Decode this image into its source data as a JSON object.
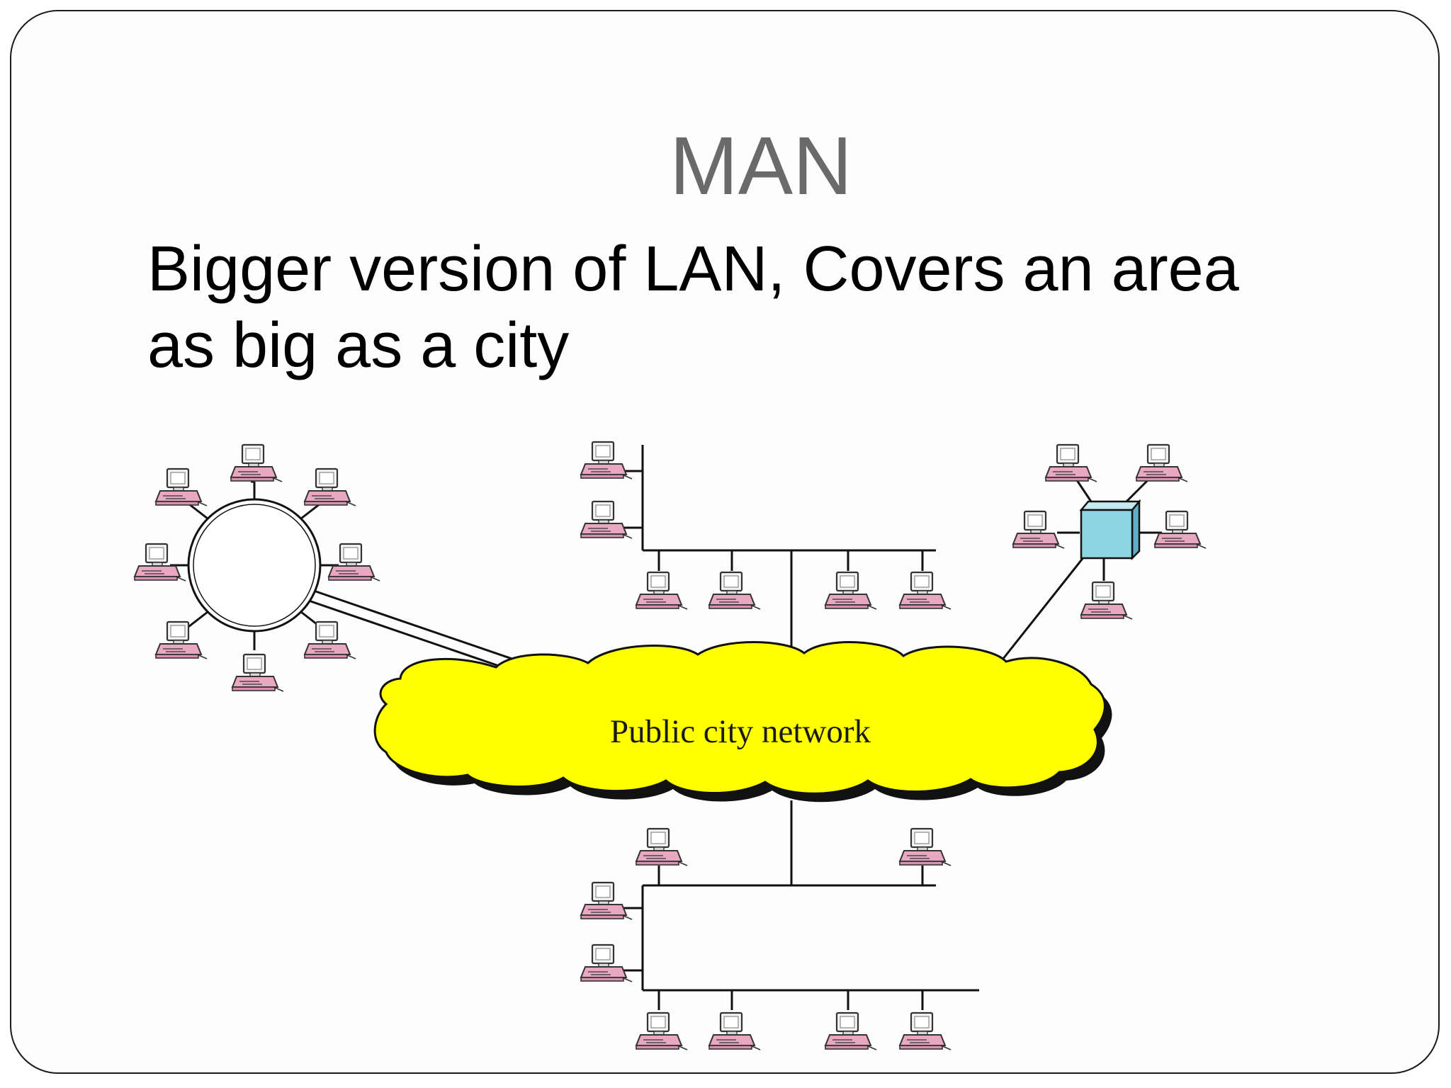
{
  "slide": {
    "title": "MAN",
    "body": "Bigger version of LAN, Covers an area as big as a city"
  },
  "diagram": {
    "cloud_label": "Public city network",
    "colors": {
      "cloud": "#ffff00",
      "switch": "#8fd4e4",
      "computer": "#e4a0b8"
    }
  }
}
